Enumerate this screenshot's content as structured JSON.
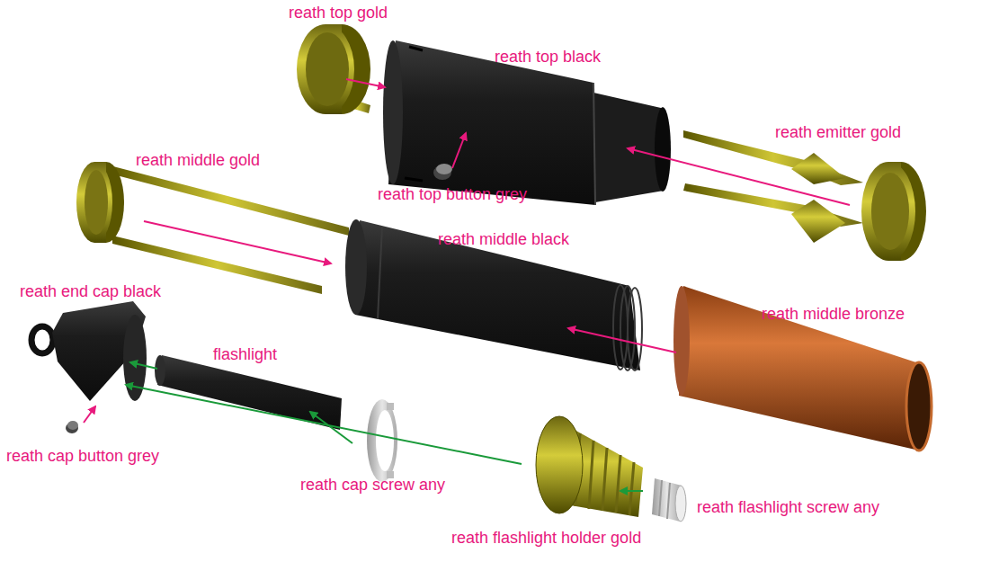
{
  "diagram": {
    "labels": [
      "reath top gold",
      "reath top black",
      "reath emitter gold",
      "reath middle gold",
      "reath top button grey",
      "reath middle black",
      "reath end cap black",
      "reath middle bronze",
      "flashlight",
      "reath cap button grey",
      "reath cap screw any",
      "reath flashlight screw any",
      "reath flashlight holder gold"
    ]
  }
}
